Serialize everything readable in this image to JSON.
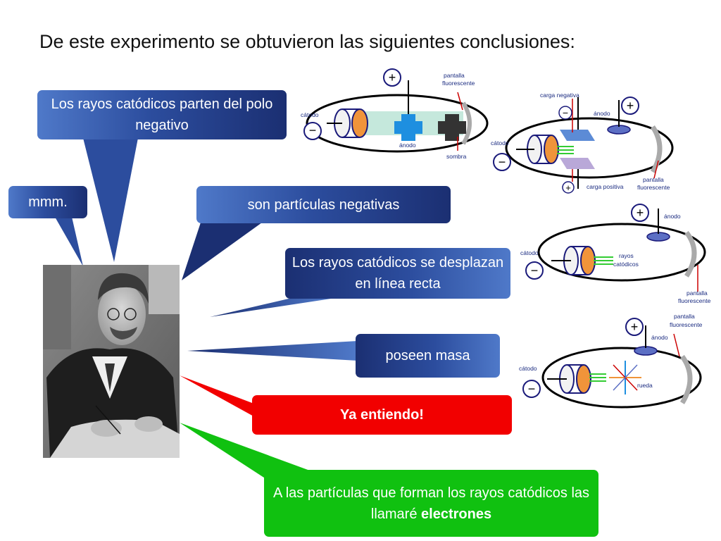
{
  "title": "De este experimento se obtuvieron las siguientes conclusiones:",
  "bubbles": {
    "polo": "Los rayos catódicos parten del polo negativo",
    "mmm": "mmm.",
    "negativas": "son partículas negativas",
    "recta": "Los rayos catódicos se desplazan en línea recta",
    "masa": "poseen masa",
    "entiendo": "Ya entiendo!",
    "electrones_pre": "A las partículas que forman los rayos catódicos las llamaré ",
    "electrones_bold": "electrones"
  },
  "diagrams": {
    "tube1": {
      "plus": "+",
      "minus": "−",
      "catodo": "cátodo",
      "anodo": "ánodo",
      "pantalla": "pantalla",
      "fluorescente": "fluorescente",
      "sombra": "sombra"
    },
    "tube2": {
      "plus": "+",
      "minus": "−",
      "plus2": "+",
      "minus2": "−",
      "carga_negativa": "carga negativa",
      "anodo": "ánodo",
      "catodo": "cátodo",
      "carga_positiva": "carga positiva",
      "pantalla": "pantalla",
      "fluorescente": "fluorescente"
    },
    "tube3": {
      "plus": "+",
      "minus": "−",
      "anodo": "ánodo",
      "catodo": "cátodo",
      "rayos": "rayos",
      "catodicos": "catódicos",
      "pantalla": "pantalla",
      "fluorescente": "fluorescente"
    },
    "tube4": {
      "plus": "+",
      "minus": "−",
      "pantalla": "pantalla",
      "fluorescente": "fluorescente",
      "anodo": "ánodo",
      "catodo": "cátodo",
      "rueda": "rueda"
    }
  },
  "colors": {
    "blue_dark": "#1b2f72",
    "blue_light": "#4f79c9",
    "red": "#f20000",
    "green": "#10c110"
  }
}
